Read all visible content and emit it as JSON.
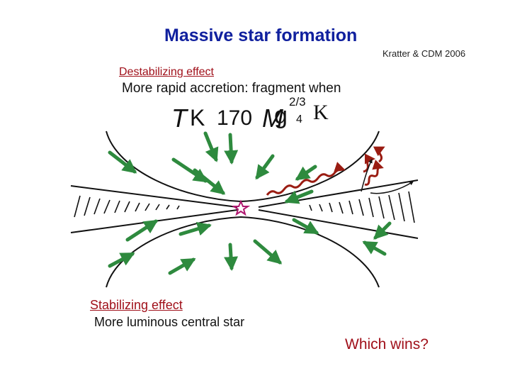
{
  "slide": {
    "title": "Massive star formation",
    "citation": "Kratter & CDM 2006",
    "destabilizing": {
      "heading": "Destabilizing effect",
      "text": "More rapid accretion: fragment when"
    },
    "formula": {
      "t": "T",
      "k": "K",
      "coefficient": "170",
      "m": "M",
      "symbol": "g",
      "exponent": "2/3",
      "subscript": "4",
      "unit": "K"
    },
    "stabilizing": {
      "heading": "Stabilizing effect",
      "text": "More luminous central star"
    },
    "question": "Which wins?"
  }
}
